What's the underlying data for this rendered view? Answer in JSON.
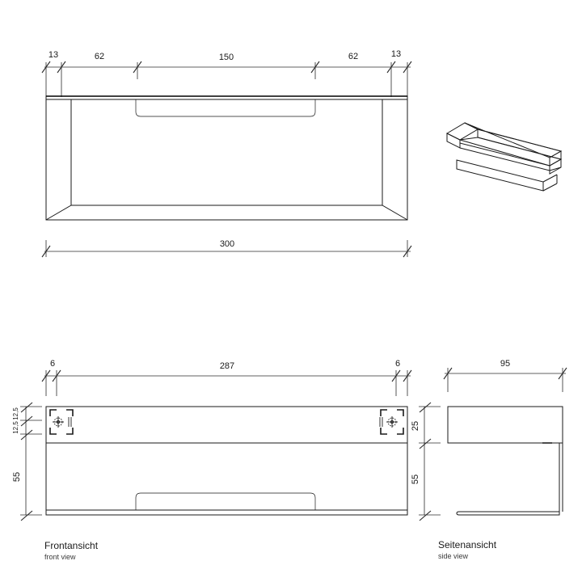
{
  "drawing": {
    "title": "Wall shelf technical drawing",
    "units": "mm",
    "line_color": "#1a1a1a",
    "dim_color": "#2b2b2b",
    "background": "#ffffff"
  },
  "top_view": {
    "name": "top-view",
    "dimension_chain": {
      "labels": [
        "13",
        "62",
        "150",
        "62",
        "13"
      ],
      "total_label": "300"
    },
    "overall": {
      "label": "300"
    }
  },
  "iso_view": {
    "name": "isometric-view"
  },
  "front_view": {
    "caption_de": "Frontansicht",
    "caption_en": "front view",
    "horizontal_chain": {
      "labels": [
        "6",
        "287",
        "6"
      ]
    },
    "vertical_chain": {
      "labels": [
        "12,5",
        "12,5",
        "55"
      ]
    },
    "hole_left": {
      "name": "keyhole-mount-left"
    },
    "hole_right": {
      "name": "keyhole-mount-right"
    }
  },
  "side_view": {
    "caption_de": "Seitenansicht",
    "caption_en": "side view",
    "horizontal_chain": {
      "labels": [
        "95"
      ]
    },
    "vertical_chain": {
      "labels": [
        "25",
        "55"
      ]
    }
  }
}
